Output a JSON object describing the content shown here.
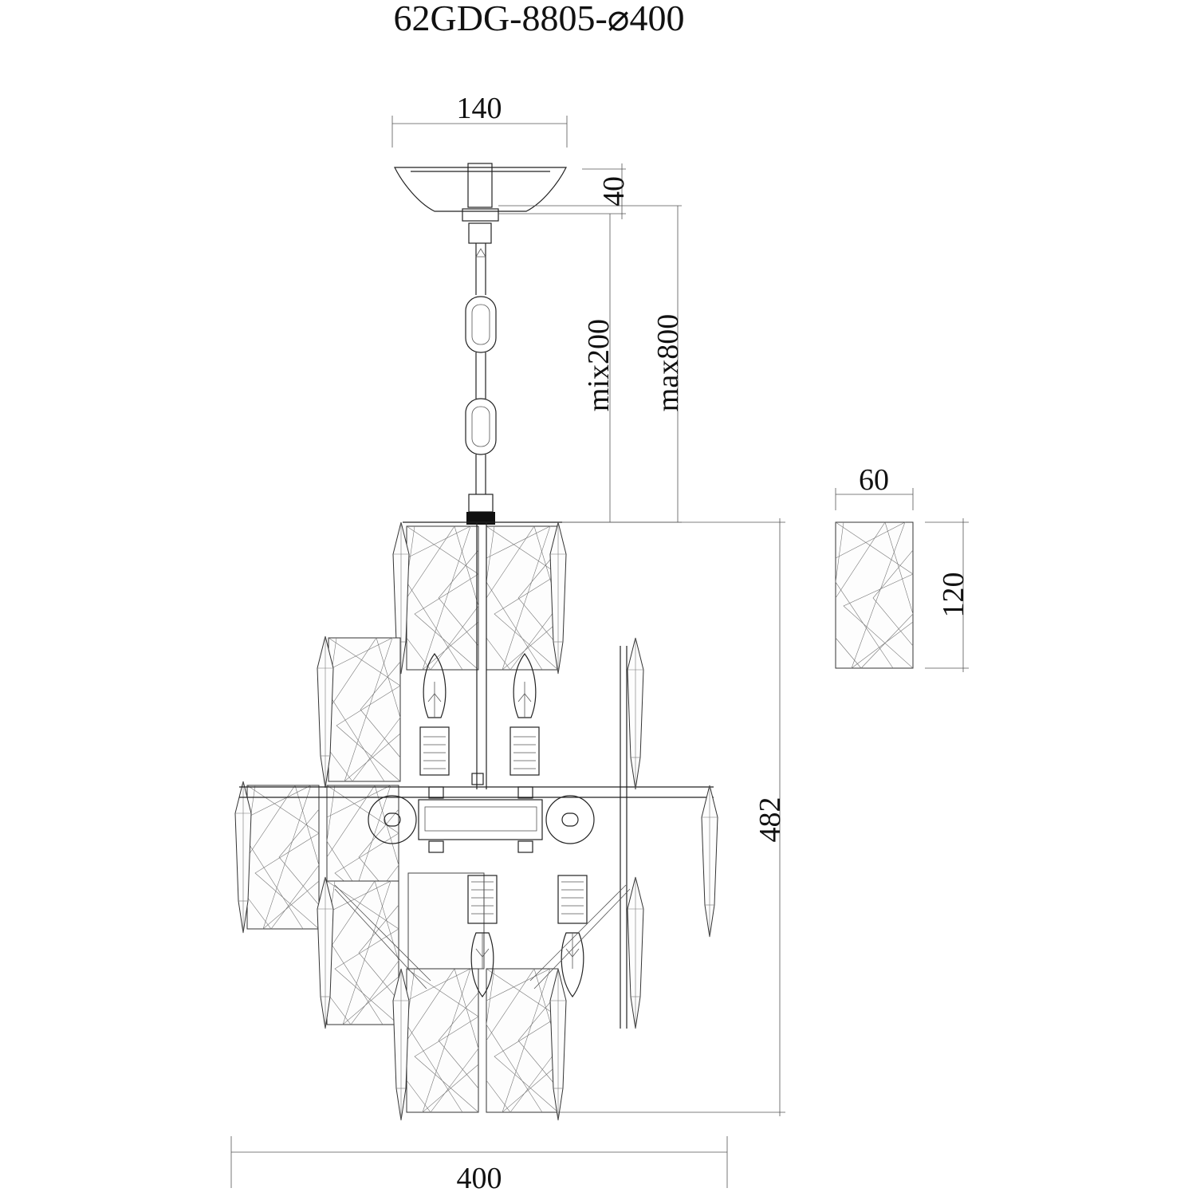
{
  "drawing": {
    "title": "62GDG-8805-⌀400",
    "dimensions": {
      "canopy_width": "140",
      "canopy_height": "40",
      "min_drop": "mix200",
      "max_drop": "max800",
      "body_height": "482",
      "body_width": "400",
      "crystal_width": "60",
      "crystal_height": "120"
    }
  }
}
